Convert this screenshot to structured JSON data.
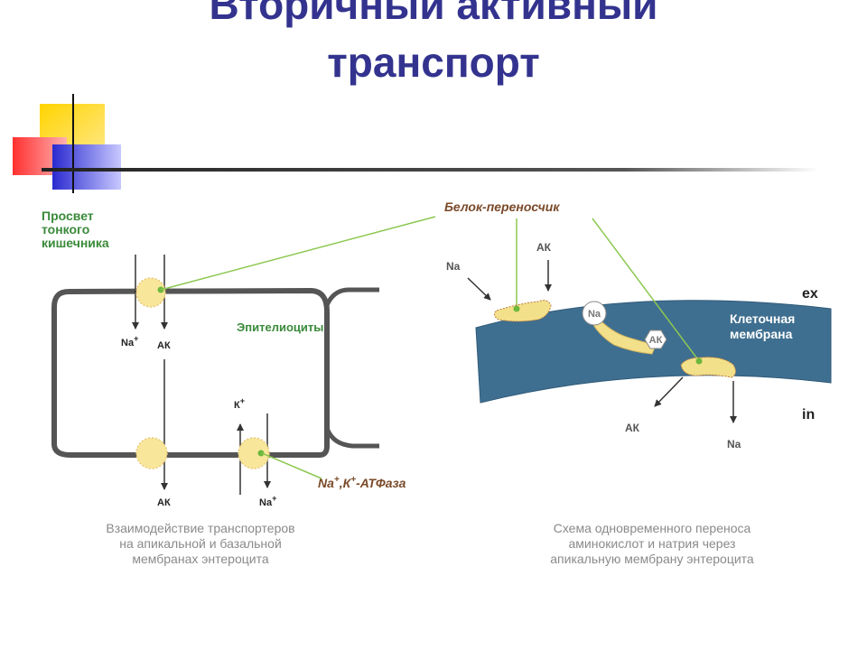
{
  "slide": {
    "title_line1": "Вторичный активный",
    "title_line2": "транспорт"
  },
  "left_diagram": {
    "lumen_label": [
      "Просвет",
      "тонкого",
      "кишечника"
    ],
    "epithelial_label": "Эпителиоциты",
    "apical_na": "Na",
    "apical_ak": "АК",
    "basal_ak": "АК",
    "k_label": "К",
    "basal_na": "Na",
    "plus": "+",
    "atpase_label": "Na",
    "atpase_k": "К",
    "atpase_suffix": "-АТФаза",
    "atpase_comma": ",",
    "caption": [
      "Взаимодействие транспортеров",
      "на апикальной и базальной",
      "мембранах энтероцита"
    ]
  },
  "right_diagram": {
    "carrier_label": "Белок-переносчик",
    "na_in": "Na",
    "ak_in": "АК",
    "na_bound": "Na",
    "ak_bound": "АК",
    "membrane_label": [
      "Клеточная",
      "мембрана"
    ],
    "ex_label": "ex",
    "in_label": "in",
    "ak_out": "АК",
    "na_out": "Na",
    "caption": [
      "Схема одновременного переноса",
      "аминокислот и натрия через",
      "апикальную мембрану энтероцита"
    ]
  },
  "colors": {
    "title": "#33338f",
    "green_label": "#3a8a3a",
    "brown_label": "#7a4a2a",
    "membrane": "#3f6f90",
    "carrier": "#f3e08a",
    "cell_outline": "#555555",
    "callout_line": "#8cc850"
  }
}
